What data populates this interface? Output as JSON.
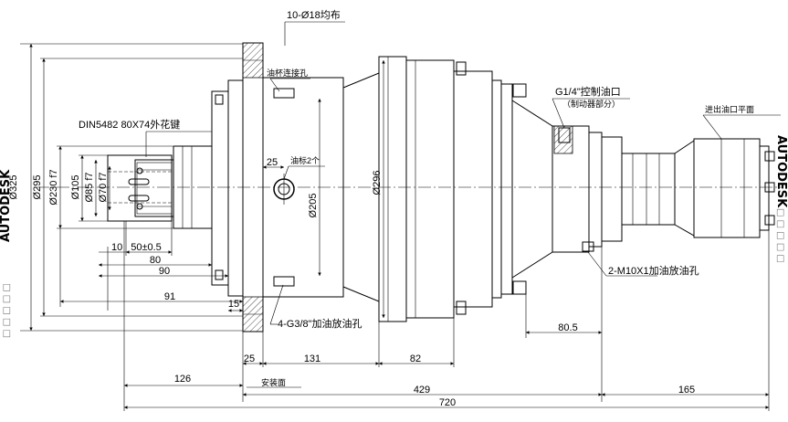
{
  "labels": {
    "bolt_holes": "10-Ø18均布",
    "oil_cup": "油杯连接孔",
    "spline": "DIN5482 80X74外花键",
    "control_port": "G1/4\"控制油口",
    "brake_part": "（制动器部分）",
    "inlet_face": "进出油口平面",
    "oil_gauge": "油标2个",
    "drain": "2-M10X1加油放油孔",
    "fill_drain": "4-G3/8\"加油放油孔",
    "mount_face": "安装面"
  },
  "dims": {
    "d325": "Ø325",
    "d295": "Ø295",
    "d230": "Ø230 f7",
    "d105": "Ø105",
    "d85": "Ø85 f7",
    "d70": "Ø70 f7",
    "d205": "Ø205",
    "d296": "Ø296",
    "d10": "10",
    "d50": "50±0.5",
    "d80": "80",
    "d90": "90",
    "d91": "91",
    "d15": "15",
    "d25a": "25",
    "d25b": "25",
    "d131": "131",
    "d82": "82",
    "d80_5": "80.5",
    "d126": "126",
    "d429": "429",
    "d165": "165",
    "d720": "720"
  },
  "watermark": {
    "text": "AUTODESK",
    "marks": "□ □ □ □ □"
  }
}
